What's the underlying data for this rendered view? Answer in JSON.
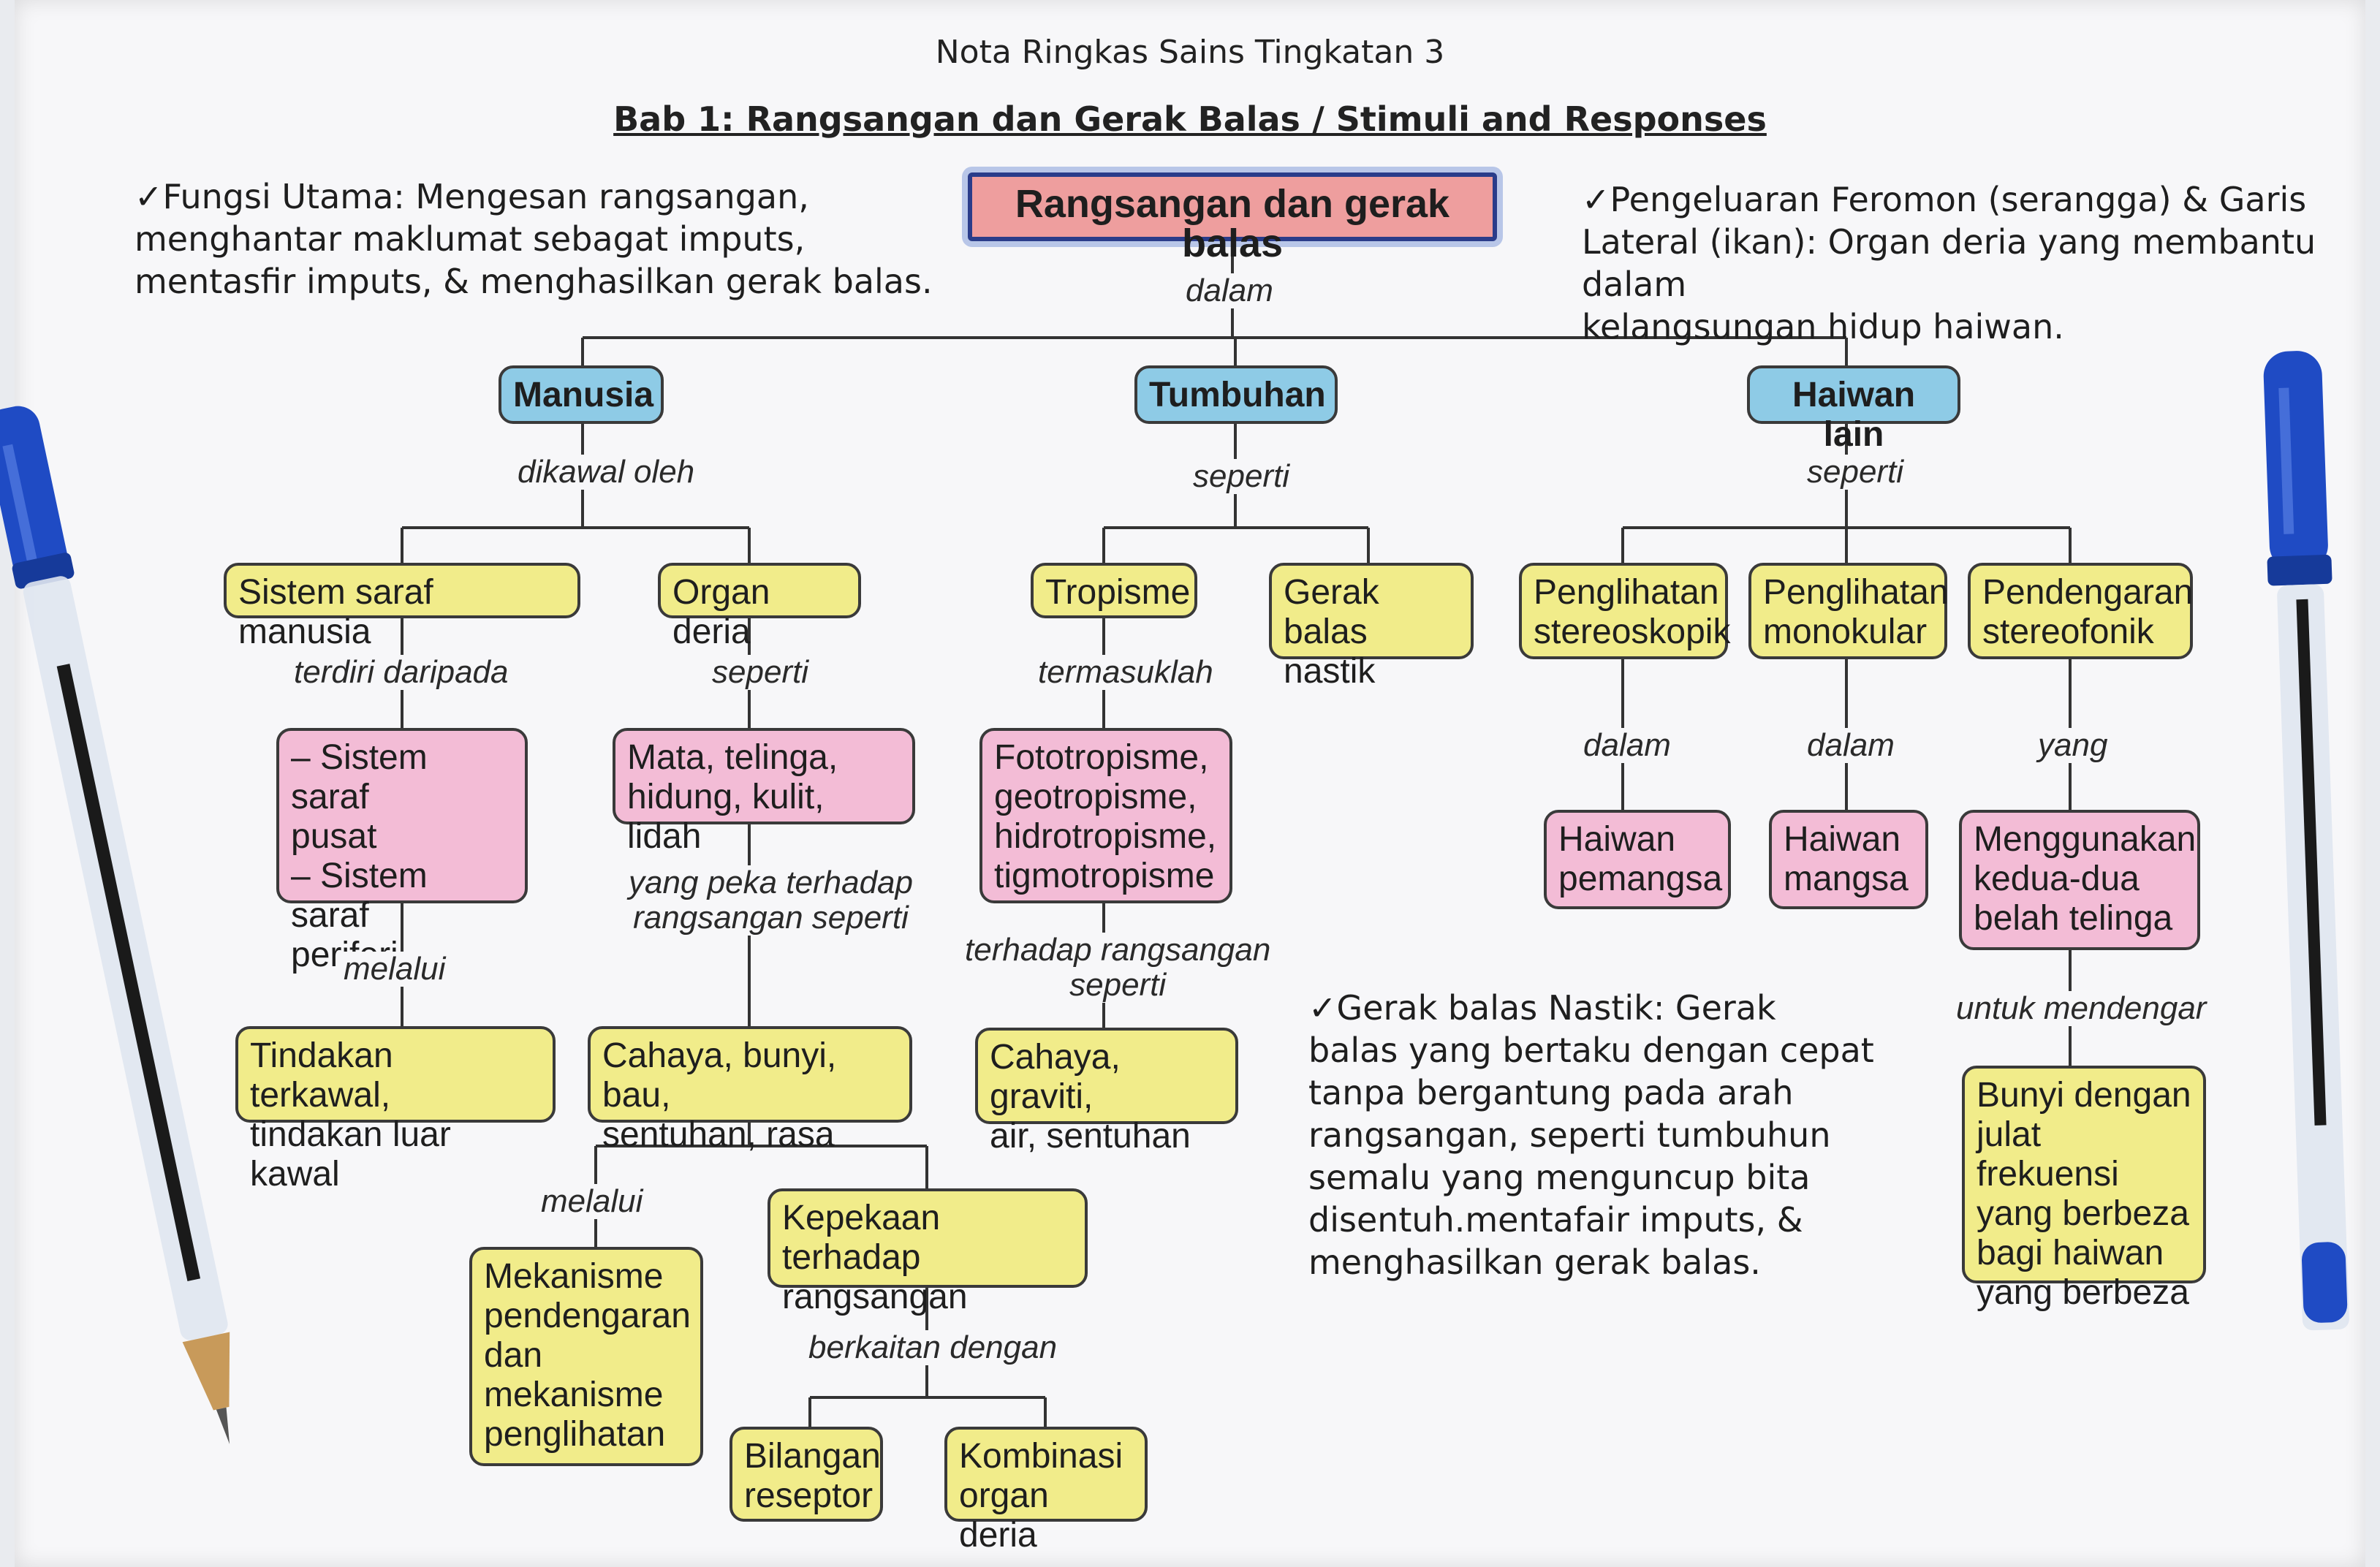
{
  "header": {
    "subtitle": "Nota Ringkas Sains Tingkatan 3",
    "title": "Bab 1: Rangsangan dan Gerak Balas / Stimuli and Responses"
  },
  "notes": {
    "left": "✓Fungsi Utama: Mengesan rangsangan,\nmenghantar maklumat sebagat imputs,\nmentasfir imputs, & menghasilkan gerak balas.",
    "right": "✓Pengeluaran Feromon (serangga) & Garis\nLateral (ikan): Organ deria yang membantu dalam\nkelangsungan hidup haiwan.",
    "middle": "✓Gerak balas Nastik: Gerak\nbalas yang bertaku dengan cepat\ntanpa bergantung pada arah\nrangsangan, seperti tumbuhun\nsemalu yang menguncup bita\ndisentuh.mentafair imputs, &\nmenghasilkan gerak balas."
  },
  "nodes": {
    "root": "Rangsangan dan gerak balas",
    "manusia": "Manusia",
    "tumbuhan": "Tumbuhan",
    "haiwan": "Haiwan lain",
    "sistem_saraf": "Sistem saraf manusia",
    "organ_deria": "Organ deria",
    "tropisme": "Tropisme",
    "nastik": "Gerak balas\nnastik",
    "stereoskopik": "Penglihatan\nstereoskopik",
    "monokular": "Penglihatan\nmonokular",
    "stereofonik": "Pendengaran\nstereofonik",
    "saraf_pusat": "– Sistem saraf\n   pusat\n– Sistem saraf\n   periferi",
    "mata": "Mata, telinga,\nhidung, kulit, lidah",
    "fototropisme": "Fototropisme,\ngeotropisme,\nhidrotropisme,\ntigmotropisme",
    "pemangsa": "Haiwan\npemangsa",
    "mangsa": "Haiwan\nmangsa",
    "kedua_telinga": "Menggunakan\nkedua-dua\nbelah telinga",
    "tindakan": "Tindakan terkawal,\ntindakan luar kawal",
    "cahaya_bunyi": "Cahaya, bunyi, bau,\nsentuhan, rasa",
    "cahaya_graviti": "Cahaya, graviti,\nair, sentuhan",
    "bunyi_julat": "Bunyi dengan\njulat frekuensi\nyang berbeza\nbagi haiwan\nyang berbeza",
    "mekanisme": "Mekanisme\npendengaran\ndan\nmekanisme\npenglihatan",
    "kepekaan": "Kepekaan terhadap\nrangsangan",
    "bilangan": "Bilangan\nreseptor",
    "kombinasi": "Kombinasi\norgan deria"
  },
  "links": {
    "dalam_root": "dalam",
    "dikawal_oleh": "dikawal oleh",
    "seperti_tumbuhan": "seperti",
    "seperti_haiwan": "seperti",
    "terdiri_daripada": "terdiri daripada",
    "seperti_organ": "seperti",
    "termasuklah": "termasuklah",
    "dalam_stereo": "dalam",
    "dalam_mono": "dalam",
    "yang": "yang",
    "melalui_saraf": "melalui",
    "yang_peka": "yang peka terhadap\nrangsangan seperti",
    "terhadap_rangsangan": "terhadap rangsangan\nseperti",
    "untuk_mendengar": "untuk mendengar",
    "melalui_cahaya": "melalui",
    "berkaitan_dengan": "berkaitan dengan"
  },
  "colors": {
    "blue_node": "#8ecbe6",
    "yellow_node": "#f1ec8a",
    "pink_node": "#f3bcd6",
    "root_node": "#ee9e9e",
    "pen_blue": "#1f4bc4"
  },
  "decor": {
    "left_pen": "ballpoint-pen",
    "right_pen": "ballpoint-pen"
  }
}
